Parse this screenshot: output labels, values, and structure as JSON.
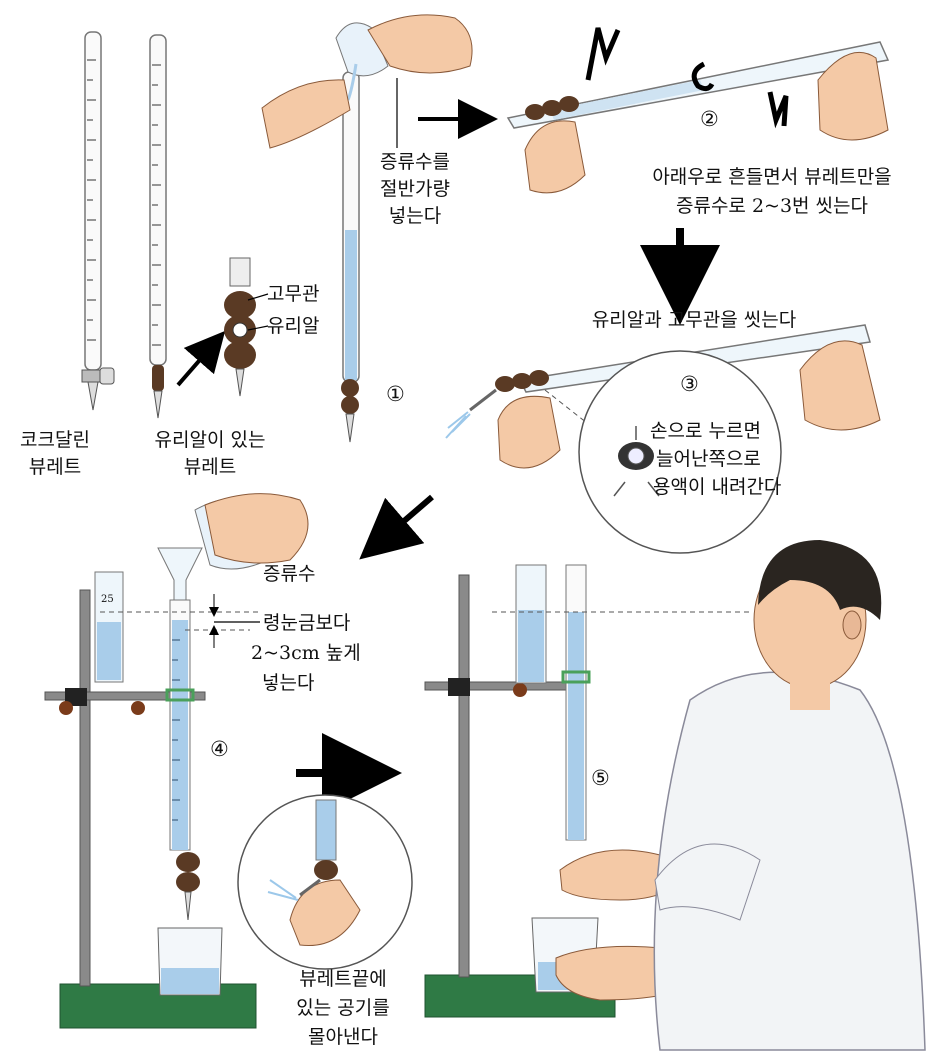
{
  "labels": {
    "stopcock_burette": [
      "코크달린",
      "뷰레트"
    ],
    "glassbead_burette": [
      "유리알이 있는",
      "뷰레트"
    ],
    "rubber_tube": "고무관",
    "glass_bead": "유리알",
    "pour_distilled": [
      "증류수를",
      "절반가량",
      "넣는다"
    ],
    "shake_rinse": [
      "아래우로 흔들면서 뷰레트만을",
      "증류수로 2~3번 씻는다"
    ],
    "wash_bead_tube": "유리알과 고무관을 씻는다",
    "press_note": [
      "손으로 누르면",
      "늘어난쪽으로",
      "용액이 내려간다"
    ],
    "distilled_water": "증류수",
    "fill_above_zero": [
      "령눈금보다",
      "2~3cm 높게",
      "넣는다"
    ],
    "expel_air": [
      "뷰레트끝에",
      "있는 공기를",
      "몰아낸다"
    ],
    "cylinder_mark": "25"
  },
  "steps": [
    "①",
    "②",
    "③",
    "④",
    "⑤"
  ],
  "colors": {
    "liquid": "#a9cdea",
    "stand_base": "#2f7a45",
    "rod": "#8a8a8a",
    "clamp": "#7a3b1a",
    "rubber": "#5a3a24",
    "skin": "#f4c9a6",
    "coat": "#f2f4f6",
    "hair": "#2a2520",
    "ring": "#4aa05a"
  }
}
